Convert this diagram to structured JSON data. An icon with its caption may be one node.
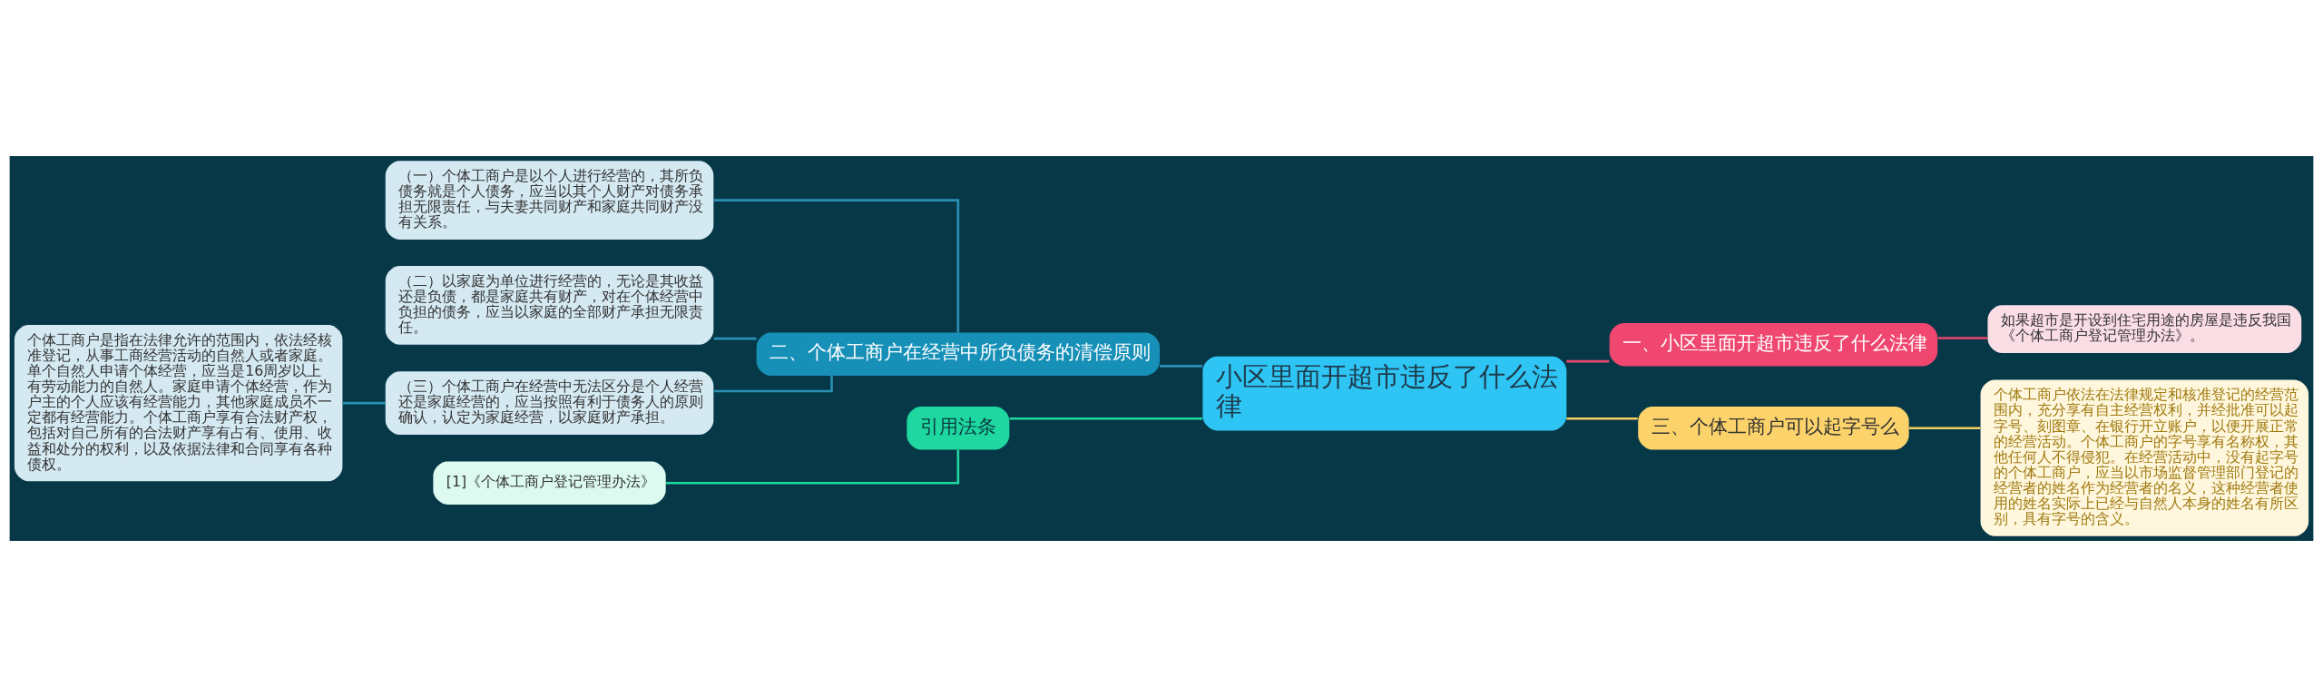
{
  "diagram": {
    "nodes": [
      {
        "text": [
          "小区里面开超市违反了什么法律"
        ]
      },
      {
        "text": [
          "一、小区里面开超市违反了什么法律"
        ]
      },
      {
        "text": [
          "如果超市是开设到住宅用途的房屋是违反我国《个体工商户登记管理办法》。"
        ]
      },
      {
        "text": [
          "二、个体工商户在经营中所负债务的清偿原则"
        ]
      },
      {
        "text": [
          "（一）个体工商户是以个人进行经营的，其所负债务就是个人债务，应当以其个人财产对债务承担无限责任，与夫妻共同财产和家庭共同财产没有关系。"
        ]
      },
      {
        "text": [
          "（二）以家庭为单位进行经营的，无论是其收益还是负债，都是家庭共有财产，对在个体经营中负担的债务，应当以家庭的全部财产承担无限责任。"
        ]
      },
      {
        "text": [
          "（三）个体工商户在经营中无法区分是个人经营还是家庭经营的，应当按照有利于债务人的原则确认，认定为家庭经营，以家庭财产承担。"
        ]
      },
      {
        "text": [
          "个体工商户是指在法律允许的范围内，依法经核准登记，从事工商经营活动的自然人或者家庭。单个自然人申请个体经营，应当是16周岁以上有劳动能力的自然人。家庭申请个体经营，作为户主的个人应该有经营能力，其他家庭成员不一定都有经营能力。个体工商户享有合法财产权，包括对自己所有的合法财产享有占有、使用、收益和处分的权利，以及依据法律和合同享有各种债权。"
        ]
      },
      {
        "text": [
          "三、个体工商户可以起字号么"
        ]
      },
      {
        "text": [
          "个体工商户依法在法律规定和核准登记的经营范围内，充分享有自主经营权利，并经批准可以起字号、刻图章、在银行开立账户，以便开展正常的经营活动。个体工商户的字号享有名称权，其他任何人不得侵犯。在经营活动中，没有起字号的个体工商户，应当以市场监督管理部门登记的经营者的姓名作为经营者的名义，这种经营者使用的姓名实际上已经与自然人本身的姓名有所区别，具有字号的含义。"
        ]
      },
      {
        "text": [
          "引用法条"
        ]
      },
      {
        "text": [
          "[1]《个体工商户登记管理办法》"
        ]
      }
    ],
    "edges": [
      {
        "from": 0,
        "to": 1,
        "arrow": "none",
        "color": "#e8466e"
      },
      {
        "from": 1,
        "to": 2,
        "arrow": "none",
        "color": "#e8466e"
      },
      {
        "from": 0,
        "to": 3,
        "arrow": "none"
      },
      {
        "from": 3,
        "to": 4,
        "arrow": "none"
      },
      {
        "from": 3,
        "to": 5,
        "arrow": "none"
      },
      {
        "from": 3,
        "to": 6,
        "arrow": "none"
      },
      {
        "from": 6,
        "to": 7,
        "arrow": "none"
      },
      {
        "from": 0,
        "to": 8,
        "arrow": "none",
        "color": "#f5d060"
      },
      {
        "from": 8,
        "to": 9,
        "arrow": "none",
        "color": "#f5d060"
      },
      {
        "from": 0,
        "to": 10,
        "arrow": "none",
        "color": "#1ed8a0"
      },
      {
        "from": 10,
        "to": 11,
        "arrow": "none",
        "color": "#1ed8a0"
      }
    ]
  }
}
